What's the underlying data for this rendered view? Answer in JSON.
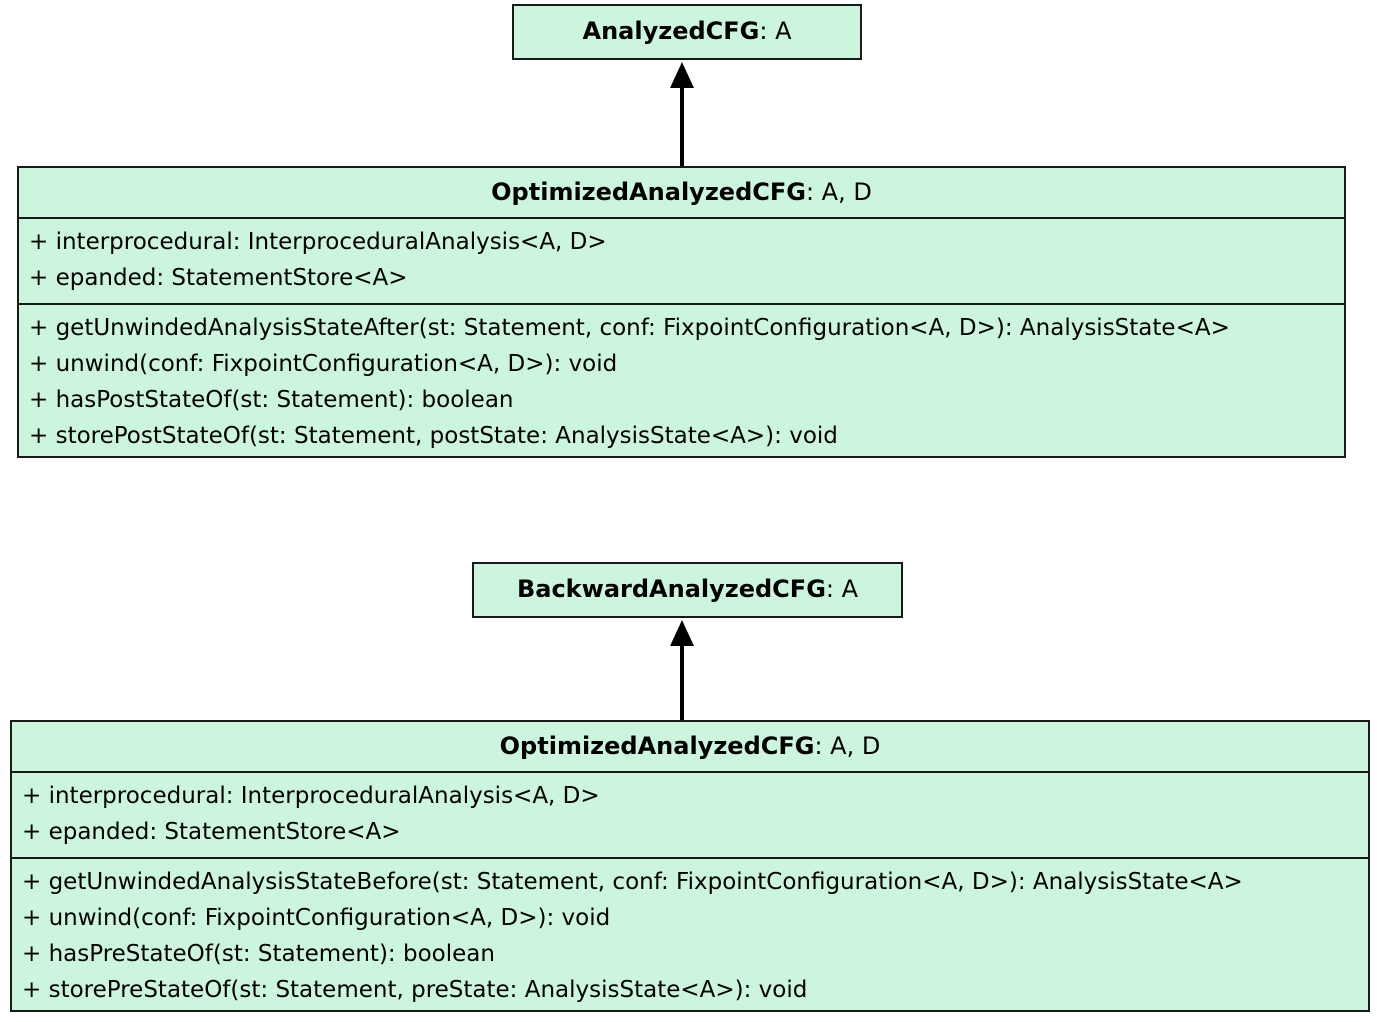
{
  "diagram": {
    "type": "uml-class-diagram",
    "background_color": "#ffffff",
    "box_fill_color": "#ccf5dd",
    "box_border_color": "#1a1a1a",
    "connector_color": "#000000",
    "relationship_kind": "generalization"
  },
  "groups": [
    {
      "id": "forward",
      "parent": {
        "name": "AnalyzedCFG",
        "params": ": A",
        "attributes": [],
        "operations": []
      },
      "child": {
        "name": "OptimizedAnalyzedCFG",
        "params": ": A, D",
        "attributes": [
          "+ interprocedural: InterproceduralAnalysis<A, D>",
          "+ epanded: StatementStore<A>"
        ],
        "operations": [
          "+ getUnwindedAnalysisStateAfter(st: Statement, conf: FixpointConfiguration<A, D>): AnalysisState<A>",
          "+ unwind(conf: FixpointConfiguration<A, D>): void",
          "+ hasPostStateOf(st: Statement): boolean",
          "+ storePostStateOf(st: Statement, postState: AnalysisState<A>): void"
        ]
      }
    },
    {
      "id": "backward",
      "parent": {
        "name": "BackwardAnalyzedCFG",
        "params": ": A",
        "attributes": [],
        "operations": []
      },
      "child": {
        "name": "OptimizedAnalyzedCFG",
        "params": ": A, D",
        "attributes": [
          "+ interprocedural: InterproceduralAnalysis<A, D>",
          "+ epanded: StatementStore<A>"
        ],
        "operations": [
          "+ getUnwindedAnalysisStateBefore(st: Statement, conf: FixpointConfiguration<A, D>): AnalysisState<A>",
          "+ unwind(conf: FixpointConfiguration<A, D>): void",
          "+ hasPreStateOf(st: Statement): boolean",
          "+ storePreStateOf(st: Statement, preState: AnalysisState<A>): void"
        ]
      }
    }
  ]
}
